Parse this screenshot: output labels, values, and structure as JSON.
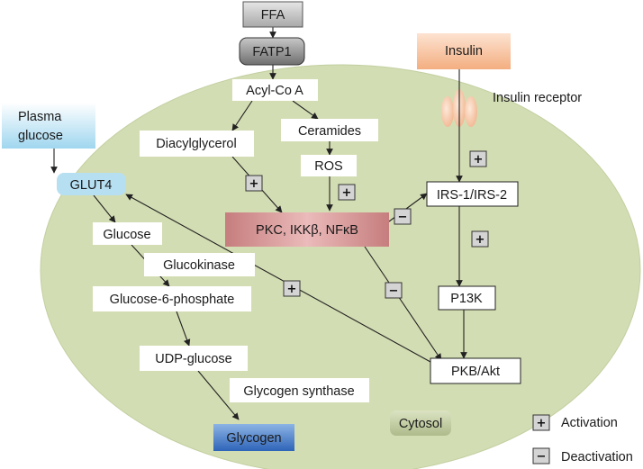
{
  "nodes": {
    "ffa": "FFA",
    "fatp1": "FATP1",
    "acyl_coa": "Acyl-Co A",
    "insulin": "Insulin",
    "insulin_receptor": "Insulin receptor",
    "plasma_glucose_line1": "Plasma",
    "plasma_glucose_line2": "glucose",
    "diacylglycerol": "Diacylglycerol",
    "ceramides": "Ceramides",
    "ros": "ROS",
    "glut4": "GLUT4",
    "pkc": "PKC, IKKβ, NFκB",
    "irs": "IRS-1/IRS-2",
    "glucose": "Glucose",
    "glucokinase": "Glucokinase",
    "g6p": "Glucose-6-phosphate",
    "p13k": "P13K",
    "udp_glucose": "UDP-glucose",
    "pkb": "PKB/Akt",
    "glycogen_synthase": "Glycogen synthase",
    "glycogen": "Glycogen",
    "cytosol": "Cytosol"
  },
  "signs": {
    "plus": "+",
    "minus": "−"
  },
  "legend": {
    "activation": "Activation",
    "deactivation": "Deactivation"
  },
  "colors": {
    "cell": "#d3ddb3",
    "cell_edge": "#c2cfa0",
    "insulin_top": "#fde3d1",
    "insulin_bottom": "#f3ae80",
    "pkc_mid": "#e8b3b3",
    "pkc_edge": "#c67d7d",
    "glycogen_top": "#8cb4e5",
    "glycogen_bottom": "#2e64b8",
    "glut4": "#b6dff2",
    "plasma_top": "#ffffff",
    "plasma_bottom": "#9fd6ef",
    "ffa_gray": "#bdbdbd",
    "fatp1_gray": "#8c8c8c",
    "sign_box": "#d4d4d4"
  }
}
